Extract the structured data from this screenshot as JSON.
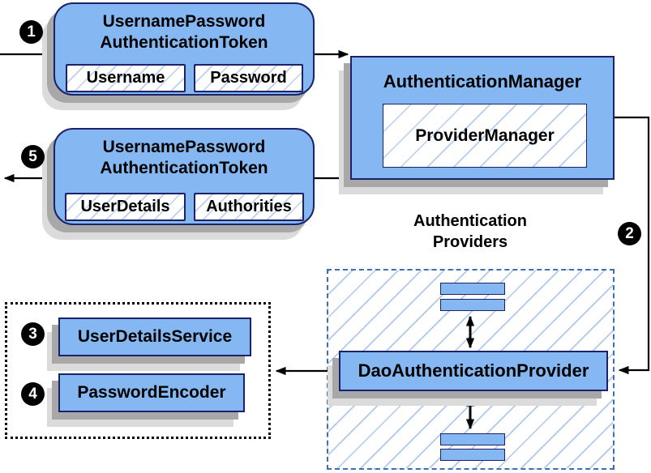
{
  "diagram": {
    "badges": {
      "step1": "1",
      "step2": "2",
      "step3": "3",
      "step4": "4",
      "step5": "5"
    },
    "request_token": {
      "title_line1": "UsernamePassword",
      "title_line2": "AuthenticationToken",
      "field_username": "Username",
      "field_password": "Password"
    },
    "response_token": {
      "title_line1": "UsernamePassword",
      "title_line2": "AuthenticationToken",
      "field_user_details": "UserDetails",
      "field_authorities": "Authorities"
    },
    "authentication_manager": {
      "title": "AuthenticationManager",
      "provider_manager": "ProviderManager"
    },
    "providers_group": {
      "label_line1": "Authentication",
      "label_line2": "Providers",
      "dao_provider": "DaoAuthenticationProvider"
    },
    "collaborators": {
      "user_details_service": "UserDetailsService",
      "password_encoder": "PasswordEncoder"
    },
    "colors": {
      "box_fill": "#85B8F2",
      "box_border": "#1B2268",
      "hatch_line": "#78A5E1",
      "dashed_border": "#3E6FB5",
      "shadow_dark": "#A8A8A8",
      "shadow_light": "#DBDBDB",
      "connector": "#000000",
      "badge_background": "#000000"
    }
  }
}
